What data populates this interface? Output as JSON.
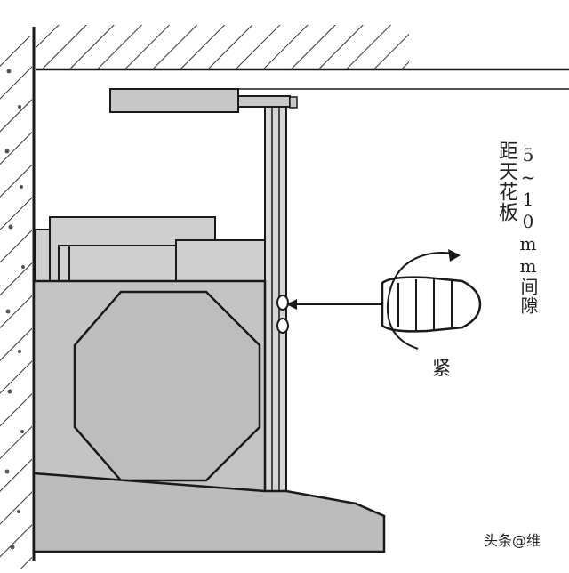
{
  "labels": {
    "ceiling_distance": "距天花板",
    "clearance_gap": "5~10mm间隙",
    "tighten": "紧"
  },
  "watermark": {
    "text": "头条@维"
  },
  "colors": {
    "line": "#1a1a1a",
    "body_fill": "#c4c4c4",
    "panel_fill": "#cfcfcf",
    "hatch": "#333333",
    "tool_fill": "#ffffff"
  },
  "icons": {
    "screwdriver": "screwdriver-icon",
    "rotation_arrow": "rotation-arrow-icon"
  }
}
